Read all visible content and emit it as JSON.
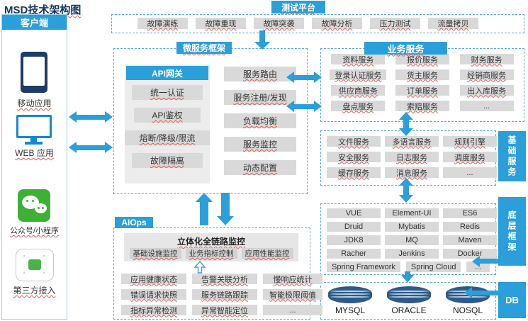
{
  "title": "MSD技术架构图",
  "client": {
    "header": "客户端",
    "items": [
      {
        "label": "移动应用"
      },
      {
        "label": "WEB 应用"
      },
      {
        "label": "公众号/小程序"
      },
      {
        "label": "第三方接入"
      }
    ]
  },
  "test_platform": {
    "header": "测试平台",
    "items": [
      "故障演练",
      "故障重现",
      "故障突袭",
      "故障分析",
      "压力测试",
      "流量拷贝"
    ]
  },
  "microservice": {
    "header": "微服务框架",
    "gateway": {
      "header": "API网关",
      "items": [
        "统一认证",
        "API鉴权",
        "熔断/降级/限流",
        "故障隔离"
      ]
    },
    "services": [
      "服务路由",
      "服务注册/发现",
      "负载均衡",
      "服务监控",
      "动态配置"
    ]
  },
  "business": {
    "header": "业务服务",
    "items": [
      "资料服务",
      "报价服务",
      "财务服务",
      "登录认证服务",
      "货主服务",
      "经销商服务",
      "供应商服务",
      "订单服务",
      "出入库服务",
      "盘点服务",
      "索赔服务",
      "..."
    ]
  },
  "basic": {
    "header": "基础服务",
    "items": [
      "文件服务",
      "多语言服务",
      "规则引擎",
      "安全服务",
      "日志服务",
      "调度服务",
      "缓存服务",
      "消息服务",
      "..."
    ]
  },
  "framework": {
    "header": "底层框架",
    "items": [
      "VUE",
      "Element-UI",
      "ES6",
      "Druid",
      "Mybatis",
      "Redis",
      "JDK8",
      "MQ",
      "Maven",
      "Racher",
      "Jenkins",
      "Docker"
    ],
    "bottom_row": [
      "Spring Framework",
      "Spring Cloud",
      "..."
    ]
  },
  "db": {
    "header": "DB",
    "items": [
      "MYSQL",
      "ORACLE",
      "NOSQL"
    ]
  },
  "aiops": {
    "header": "AIOps",
    "monitor": {
      "title": "立体化全链路监控",
      "items": [
        "基础设施监控",
        "业务指标控制",
        "应用性能监控"
      ]
    },
    "items": [
      "应用健康状态",
      "告警关联分析",
      "慢响应统计",
      "错误请求快照",
      "服务链路跟踪",
      "智能极限阈值",
      "指标异常检测",
      "异常智能定位",
      "..."
    ]
  },
  "colors": {
    "accent_blue": "#2b9fd9",
    "dashed_border": "#58a7dd",
    "button_gray": "#d9d9d9",
    "panel_gray": "#ececec",
    "db_cylinder": "#2e5a88",
    "wechat_green": "#3db035",
    "title_text": "#16365c",
    "underline_red": "#e05a52"
  }
}
